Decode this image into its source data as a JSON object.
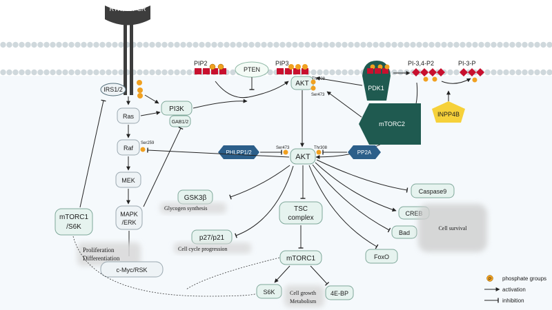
{
  "receptor": "RTK、GPCR",
  "membrane": {
    "pip2": "PIP2",
    "pip3": "PIP3",
    "pten": "PTEN",
    "pdk1": "PDK1",
    "pi34p2": "PI-3,4-P2",
    "pi3p": "PI-3-P",
    "inpp4b": "INPP4B",
    "thr308_top": "Thr308",
    "ser473_top": "Ser473",
    "akt_top": "AKT"
  },
  "left": {
    "irs": "IRS1/2",
    "pi3k": "PI3K",
    "gab": "GAB1/2",
    "ras": "Ras",
    "raf": "Raf",
    "ser259": "Ser259",
    "mek": "MEK",
    "mapk_1": "MAPK",
    "mapk_2": "/ERK",
    "prolif_1": "Proliferation",
    "prolif_2": "Differentiation",
    "cmyc": "c-Myc/RSK",
    "mtorc1s6k_1": "mTORC1",
    "mtorc1s6k_2": "/S6K"
  },
  "center": {
    "mtorc2": "mTORC2",
    "phlpp": "PHLPP1/2",
    "pp2a": "PP2A",
    "ser473": "Ser473",
    "thr308": "Thr308",
    "akt": "AKT",
    "gsk": "GSK3β",
    "glycogen": "Glycogen synthesis",
    "p27": "p27/p21",
    "cellcycle": "Cell cycle progression",
    "tsc_1": "TSC",
    "tsc_2": "complex",
    "mtorc1": "mTORC1",
    "s6k": "S6K",
    "ebp": "4E-BP",
    "growth_1": "Cell growth",
    "growth_2": "Metabolism"
  },
  "right": {
    "caspase": "Caspase9",
    "creb": "CREB",
    "bad": "Bad",
    "foxo": "FoxO",
    "survival": "Cell survival"
  },
  "legend": {
    "p_symbol": "P",
    "phosphate": "phosphate groups",
    "activation": "activation",
    "inhibition": "inhibition"
  },
  "colors": {
    "node_fill": "#e6f3ef",
    "node_stroke": "#7fa89a",
    "lipid_red": "#c8102e",
    "phosphate": "#f0a020",
    "dark_green": "#1f5a50",
    "dark_blue": "#2c5f8a",
    "yellow": "#f6d13a"
  }
}
